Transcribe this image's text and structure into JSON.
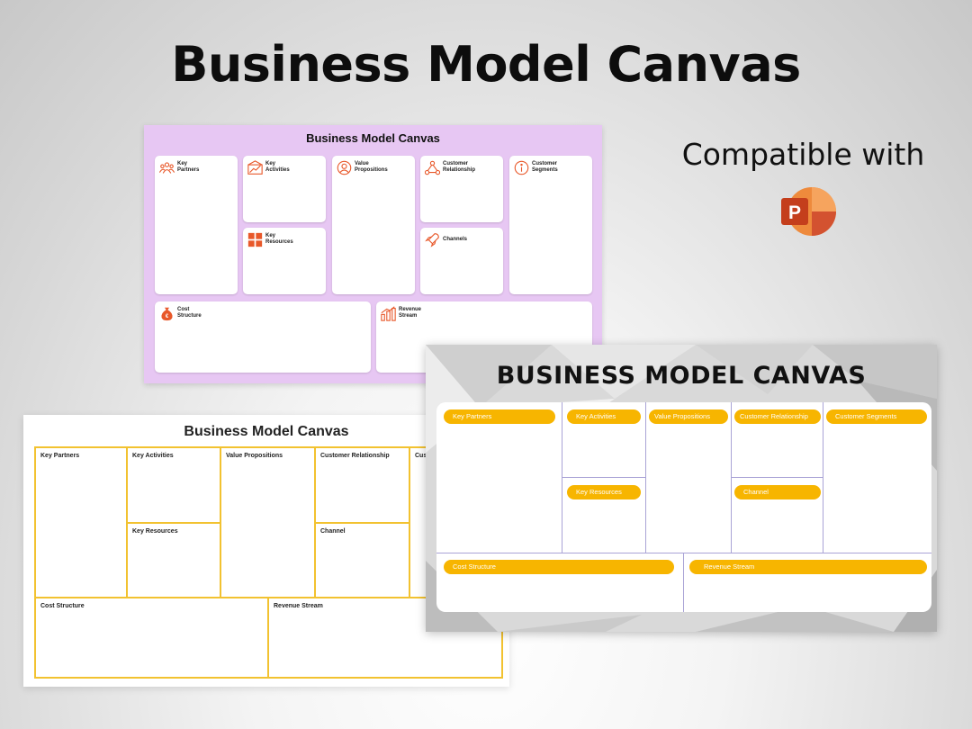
{
  "page": {
    "title": "Business Model Canvas",
    "compatible_text": "Compatible with"
  },
  "colors": {
    "purple_bg": "#e7c7f3",
    "icon_orange": "#e8582a",
    "outline_yellow": "#f2c230",
    "pill_yellow": "#f7b500",
    "ppt_red": "#d04423"
  },
  "ppt_icon": {
    "letter": "P",
    "name": "powerpoint-icon"
  },
  "slide1": {
    "title": "Business Model Canvas",
    "boxes": [
      {
        "label": "Key\nPartners",
        "icon": "people-icon"
      },
      {
        "label": "Key\nActivities",
        "icon": "chart-icon"
      },
      {
        "label": "Value\nPropositions",
        "icon": "user-circle-icon"
      },
      {
        "label": "Customer\nRelationship",
        "icon": "network-icon"
      },
      {
        "label": "Customer\nSegments",
        "icon": "info-icon"
      },
      {
        "label": "Key\nResources",
        "icon": "puzzle-icon"
      },
      {
        "label": "Channels",
        "icon": "rocket-icon"
      },
      {
        "label": "Cost\nStructure",
        "icon": "money-bag-icon"
      },
      {
        "label": "Revenue\nStream",
        "icon": "bar-chart-icon"
      }
    ]
  },
  "slide2": {
    "title": "Business Model Canvas",
    "cells": [
      "Key Partners",
      "Key Activities",
      "Value Propositions",
      "Customer Relationship",
      "Cust",
      "Key Resources",
      "Channel",
      "Cost Structure",
      "Revenue Stream"
    ]
  },
  "slide3": {
    "title": "BUSINESS MODEL CANVAS",
    "pills": [
      "Key Partners",
      "Key Activities",
      "Value Propositions",
      "Customer Relationship",
      "Customer Segments",
      "Key Resources",
      "Channel",
      "Cost Structure",
      "Revenue Stream"
    ]
  }
}
